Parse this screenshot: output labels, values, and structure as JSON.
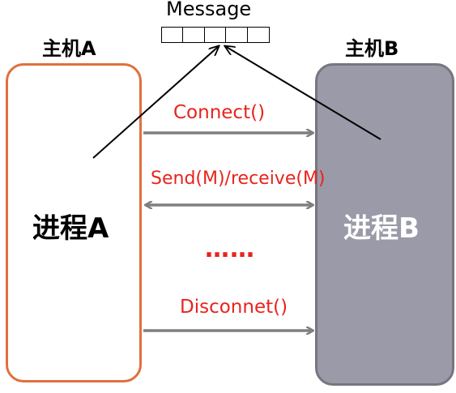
{
  "message": {
    "label": "Message",
    "queue_cells": 5
  },
  "host_a": {
    "label": "主机A",
    "process": "进程A"
  },
  "host_b": {
    "label": "主机B",
    "process": "进程B"
  },
  "calls": {
    "connect": "Connect()",
    "send_receive": "Send(M)/receive(M)",
    "ellipsis": "……",
    "disconnect": "Disconnet()"
  },
  "colors": {
    "box_a_border": "#e0703d",
    "box_b_fill": "#9a9aa8",
    "box_b_border": "#767680",
    "arrow_gray": "#7f7f7f",
    "call_label_red": "#e8231c"
  }
}
